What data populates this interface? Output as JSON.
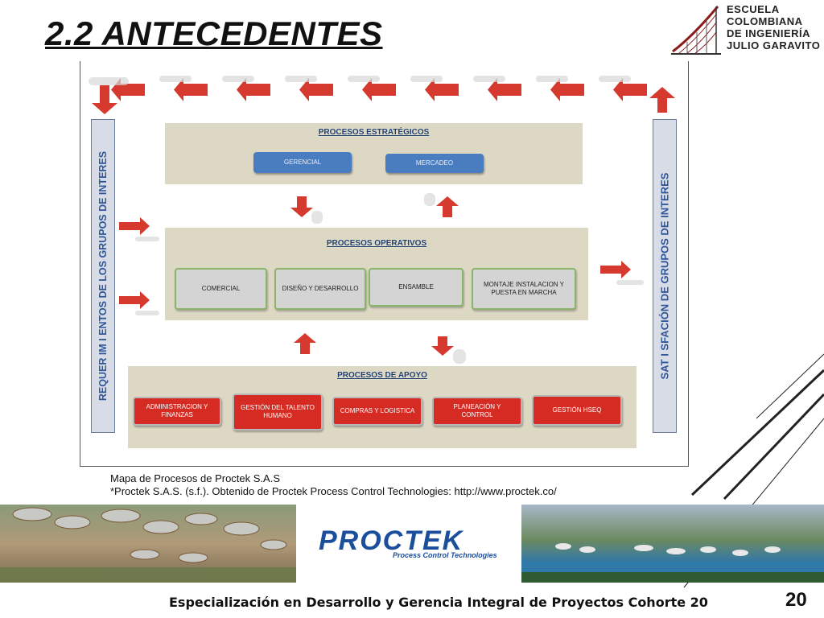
{
  "slide": {
    "title": "2.2 ANTECEDENTES",
    "page_number": "20",
    "footer": "Especialización en Desarrollo y Gerencia Integral de Proyectos Cohorte 20"
  },
  "logo": {
    "lines": [
      "ESCUELA",
      "COLOMBIANA",
      "DE INGENIERÍA",
      "JULIO GARAVITO"
    ]
  },
  "diagram": {
    "left_panel": "REQUER IM I ENTOS  DE LOS GRUPOS DE INTERES",
    "right_panel": "SAT I SFACIÓN DE GRUPOS DE INTERES",
    "strategic": {
      "title": "PROCESOS  ESTRATÉGICOS",
      "boxes": [
        "GERENCIAL",
        "MERCADEO"
      ]
    },
    "operative": {
      "title": "PROCESOS  OPERATIVOS",
      "boxes": [
        "COMERCIAL",
        "DISEÑO Y DESARROLLO",
        "ENSAMBLE",
        "MONTAJE INSTALACION Y PUESTA EN MARCHA"
      ]
    },
    "support": {
      "title": "PROCESOS  DE  APOYO",
      "boxes": [
        "ADMINISTRACION Y FINANZAS",
        "GESTIÓN DEL TALENTO HUMANO",
        "COMPRAS Y LOGISTICA",
        "PLANEACIÓN Y CONTROL",
        "GESTIÓN HSEQ"
      ]
    }
  },
  "caption": {
    "line1": "Mapa de Procesos de Proctek S.A.S",
    "line2": "*Proctek S.A.S. (s.f.). Obtenido de Proctek Process Control Technologies: http://www.proctek.co/"
  },
  "banner": {
    "brand": "PROCTEK",
    "tagline": "Process Control Technologies"
  },
  "colors": {
    "arrow_red": "#d63a2e",
    "panel_blue": "#2e5698",
    "brand_blue": "#1b4f9c",
    "brand_red": "#d62b22"
  }
}
